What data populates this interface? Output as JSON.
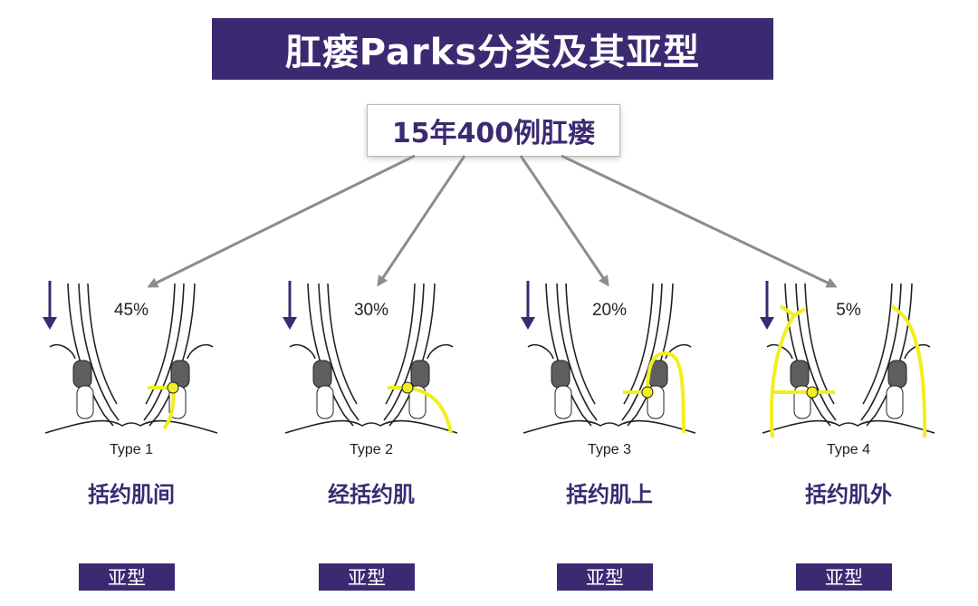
{
  "title": "肛瘘Parks分类及其亚型",
  "root": "15年400例肛瘘",
  "colors": {
    "accent": "#3b2a72",
    "tract": "#f2ef1e",
    "arrow": "#8c8c8c"
  },
  "types": [
    {
      "percent": "45%",
      "type_label": "Type 1",
      "category": "括约肌间",
      "subtype": "亚型"
    },
    {
      "percent": "30%",
      "type_label": "Type 2",
      "category": "经括约肌",
      "subtype": "亚型"
    },
    {
      "percent": "20%",
      "type_label": "Type 3",
      "category": "括约肌上",
      "subtype": "亚型"
    },
    {
      "percent": "5%",
      "type_label": "Type 4",
      "category": "括约肌外",
      "subtype": "亚型"
    }
  ]
}
